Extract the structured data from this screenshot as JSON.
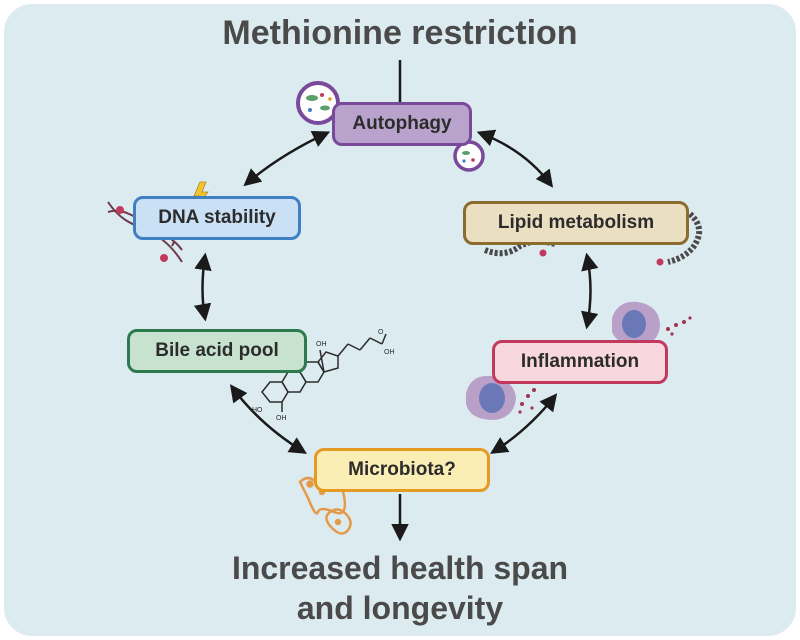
{
  "title_top": "Methionine restriction",
  "title_bottom": [
    "Increased health span",
    "and longevity"
  ],
  "nodes": {
    "autophagy": {
      "label": "Autophagy",
      "fill": "#b9a3cc",
      "border": "#7a4a9a"
    },
    "lipid": {
      "label": "Lipid metabolism",
      "fill": "#eadfc1",
      "border": "#8c6b2f"
    },
    "inflammation": {
      "label": "Inflammation",
      "fill": "#f8d8de",
      "border": "#c13a5e"
    },
    "microbiota": {
      "label": "Microbiota?",
      "fill": "#fbeeb4",
      "border": "#e59a23"
    },
    "bile": {
      "label": "Bile acid pool",
      "fill": "#c7e3cf",
      "border": "#2e7a4f"
    },
    "dna": {
      "label": "DNA stability",
      "fill": "#c9e0f5",
      "border": "#3f7fc2"
    }
  },
  "molecule_labels": {
    "oh": "OH",
    "o": "O",
    "ho": "HO"
  },
  "colors": {
    "panel": "#dcebf0",
    "text": "#4a4a4a",
    "arrow": "#1a1a1a",
    "cell_outer": "#b8a0c8",
    "cell_nucleus": "#6b78b8",
    "cytokine": "#a0334e",
    "bacteria": "#e59a4a",
    "lipid_chain": "#4a4a4a",
    "dna_strand": "#6d3a4a"
  }
}
